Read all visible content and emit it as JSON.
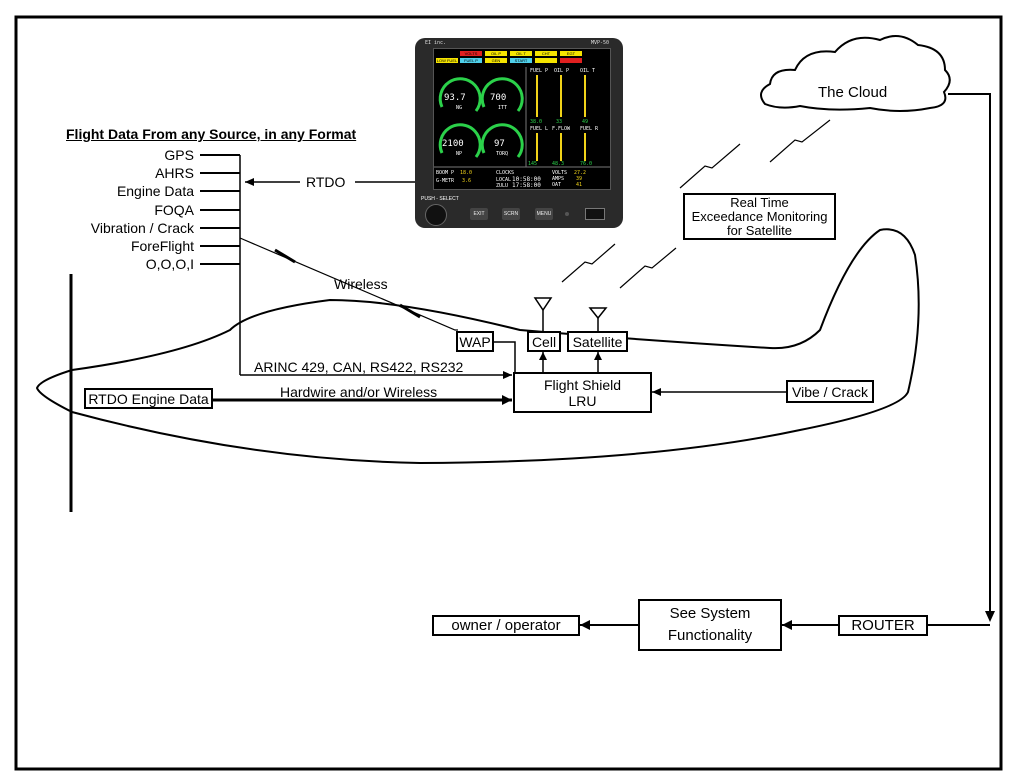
{
  "diagram": {
    "heading": "Flight Data From any Source, in any Format",
    "sources": [
      "GPS",
      "AHRS",
      "Engine Data",
      "FOQA",
      "Vibration / Crack",
      "ForeFlight",
      "O,O,O,I"
    ],
    "rtdo_label": "RTDO",
    "wireless_label": "Wireless",
    "bus_label": "ARINC 429, CAN, RS422, RS232",
    "hardwire_label": "Hardwire and/or Wireless",
    "wap_label": "WAP",
    "cell_label": "Cell",
    "satellite_label": "Satellite",
    "lru_label_1": "Flight Shield",
    "lru_label_2": "LRU",
    "engine_data_label": "RTDO Engine Data",
    "vibe_label": "Vibe / Crack",
    "cloud_label": "The Cloud",
    "monitor_line_1": "Real Time",
    "monitor_line_2": "Exceedance Monitoring",
    "monitor_line_3": "for Satellite",
    "router_label": "ROUTER",
    "system_line_1": "See System",
    "system_line_2": "Functionality",
    "owner_label": "owner / operator"
  },
  "display": {
    "brand": "EI inc.",
    "model": "MVP-50",
    "annunciators_row1": [
      "VOLTS",
      "OIL P",
      "OIL T",
      "CHT",
      "EGT"
    ],
    "annunciators_row2": [
      "LOW FUEL",
      "FUEL P",
      "GEN",
      "START",
      ""
    ],
    "gauges": [
      {
        "value": "93.7",
        "unit": "NG"
      },
      {
        "value": "700",
        "unit": "ITT"
      },
      {
        "value": "2100",
        "unit": "NP"
      },
      {
        "value": "97",
        "unit": "TORQ"
      }
    ],
    "bars_row1": {
      "labels": [
        "FUEL P",
        "OIL P",
        "OIL T"
      ],
      "values": [
        "38.0",
        "33",
        "49"
      ]
    },
    "bars_row2": {
      "labels": [
        "FUEL L",
        "F.FLOW",
        "FUEL R"
      ],
      "values": [
        "145",
        "48.3",
        "76.0"
      ]
    },
    "bottom": {
      "boom_label": "BOOM P",
      "boom_value": "18.0",
      "gmeter_label": "G-METR",
      "gmeter_value": "3.6",
      "clocks_label": "CLOCKS",
      "local_label": "LOCAL",
      "local_value": "10:58:00",
      "zulu_label": "ZULU",
      "zulu_value": "17:58:00",
      "volts_label": "VOLTS",
      "volts_value": "27.2",
      "amps_label": "AMPS",
      "amps_value": "39",
      "oat_label": "OAT",
      "oat_value": "41"
    },
    "knob_label": "PUSH - SELECT",
    "buttons": [
      "EXIT",
      "SCRN",
      "MENU"
    ]
  },
  "colors": {
    "gauge_green": "#2bd14a",
    "gauge_yellow": "#f1d319",
    "annunciator_red": "#e02020",
    "annunciator_yellow": "#f5e400",
    "annunciator_cyan": "#4fd0ea"
  }
}
